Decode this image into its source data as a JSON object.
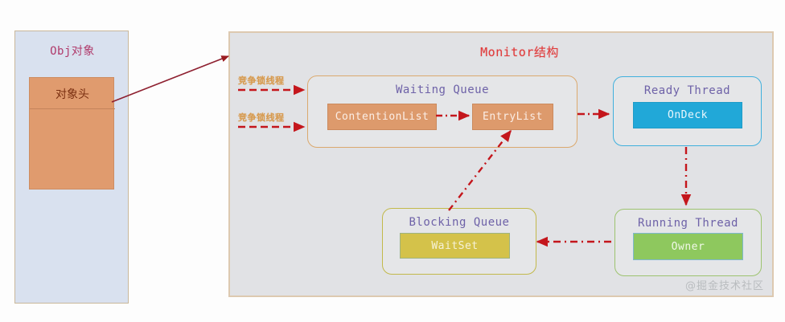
{
  "diagram": {
    "title": "Monitor结构",
    "watermark": "@掘金技术社区",
    "object_panel": {
      "title": "Obj对象",
      "header_label": "对象头"
    },
    "entry_labels": [
      "竞争锁线程",
      "竞争锁线程"
    ],
    "groups": [
      {
        "id": "waiting-queue",
        "title": "Waiting Queue",
        "border_color": "#dba96e",
        "chips": [
          {
            "label": "ContentionList",
            "color": "#dd9a6c"
          },
          {
            "label": "EntryList",
            "color": "#dd9a6c"
          }
        ]
      },
      {
        "id": "ready-thread",
        "title": "Ready Thread",
        "border_color": "#3fb0dd",
        "chips": [
          {
            "label": "OnDeck",
            "color": "#21a8d8"
          }
        ]
      },
      {
        "id": "blocking-queue",
        "title": "Blocking Queue",
        "border_color": "#c2b94b",
        "chips": [
          {
            "label": "WaitSet",
            "color": "#d4c24a"
          }
        ]
      },
      {
        "id": "running-thread",
        "title": "Running Thread",
        "border_color": "#9dc36f",
        "chips": [
          {
            "label": "Owner",
            "color": "#8ec85e"
          }
        ]
      }
    ],
    "colors": {
      "panel_fill": "#d9e1ef",
      "object_head": "#e09b6e",
      "monitor_fill": "#e1e2e5",
      "monitor_border": "#ddc9b0",
      "title_red": "#e03b3b",
      "group_title_purple": "#6e62a8",
      "arrow_red": "#c4161c",
      "obj_title_pink": "#b03a6b",
      "thread_label_orange": "#d79a4e"
    }
  }
}
